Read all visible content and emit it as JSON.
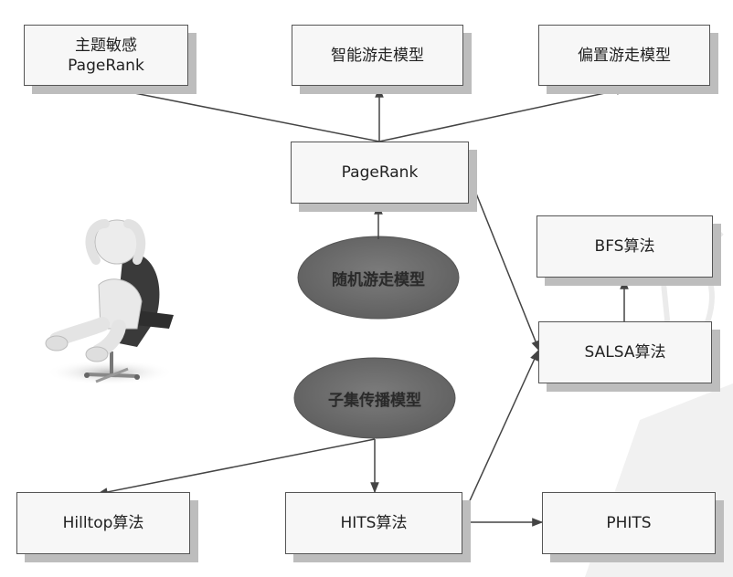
{
  "boxes": {
    "topic_pagerank": {
      "line1": "主题敏感",
      "line2": "PageRank"
    },
    "smart_surfer": {
      "label": "智能游走模型"
    },
    "biased_surfer": {
      "label": "偏置游走模型"
    },
    "pagerank": {
      "label": "PageRank"
    },
    "bfs": {
      "label": "BFS算法"
    },
    "salsa": {
      "label": "SALSA算法"
    },
    "hilltop": {
      "label": "Hilltop算法"
    },
    "hits": {
      "label": "HITS算法"
    },
    "phits": {
      "label": "PHITS"
    }
  },
  "ellipses": {
    "random_walk": {
      "label": "随机游走模型"
    },
    "subset_propagation": {
      "label": "子集传播模型"
    }
  },
  "colors": {
    "box_fill": "#f7f7f7",
    "box_border": "#555555",
    "box_shadow": "#bdbdbd",
    "ellipse_fill": "#6e6e6e",
    "arrow": "#444444"
  },
  "icons": {
    "figure": "person-in-chair-icon"
  }
}
